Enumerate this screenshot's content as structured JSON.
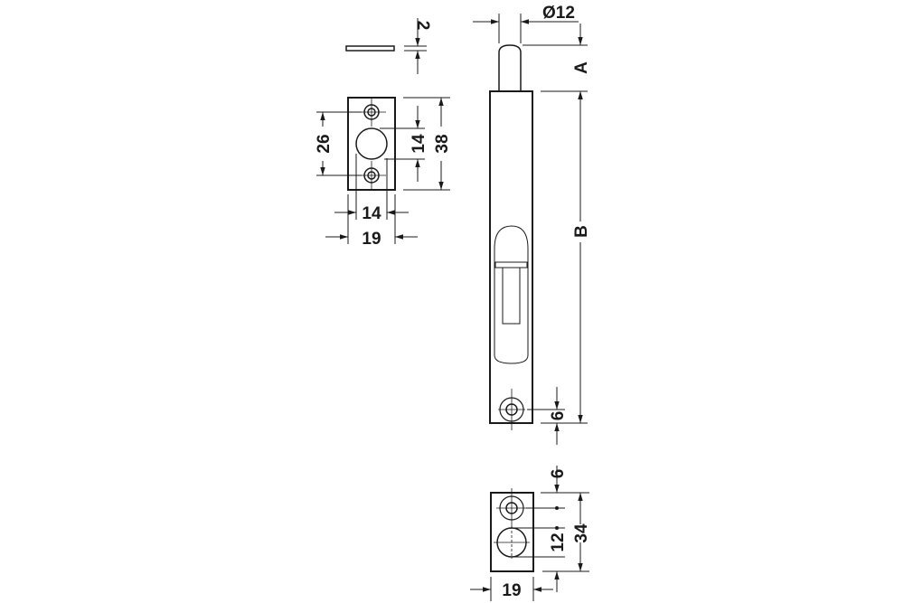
{
  "drawing": {
    "title": "Flush bolt technical drawing",
    "colors": {
      "line": "#1a1a1a",
      "background": "#ffffff"
    }
  },
  "keeper_plate_side": {
    "thickness_label": "2"
  },
  "keeper_plate_front": {
    "hole_spacing_label": "26",
    "bore_diameter_label": "14",
    "height_label": "38",
    "bore_width_label": "14",
    "width_label": "19"
  },
  "bolt_body": {
    "pin_diameter_label": "Ø12",
    "pin_length_label": "A",
    "body_length_label": "B",
    "screw_hole_offset_label": "6"
  },
  "floor_socket": {
    "top_offset_label": "6",
    "bore_spacing_label": "12",
    "height_label": "34",
    "width_label": "19"
  }
}
